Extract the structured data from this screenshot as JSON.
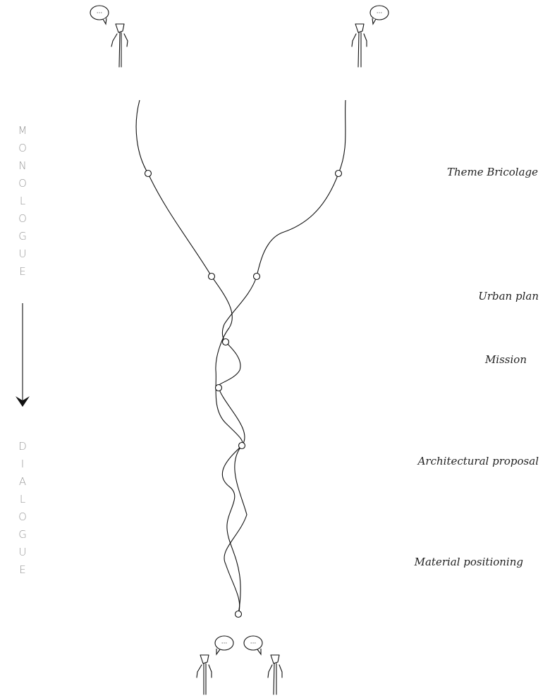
{
  "stages": [
    {
      "id": "theme-bricolage",
      "label": "Theme Bricolage"
    },
    {
      "id": "urban-plan",
      "label": "Urban plan"
    },
    {
      "id": "mission",
      "label": "Mission"
    },
    {
      "id": "architectural-proposal",
      "label": "Architectural proposal"
    },
    {
      "id": "material-positioning",
      "label": "Material positioning"
    }
  ],
  "axis": {
    "top_word": [
      "M",
      "O",
      "N",
      "O",
      "L",
      "O",
      "G",
      "U",
      "E"
    ],
    "bottom_word": [
      "D",
      "I",
      "A",
      "L",
      "O",
      "G",
      "U",
      "E"
    ],
    "arrow_icon": "arrow-down-icon"
  },
  "speech_bubble_text": "···",
  "colors": {
    "line": "#111111",
    "axis_text": "#9a9a9a",
    "label_text": "#222222"
  }
}
